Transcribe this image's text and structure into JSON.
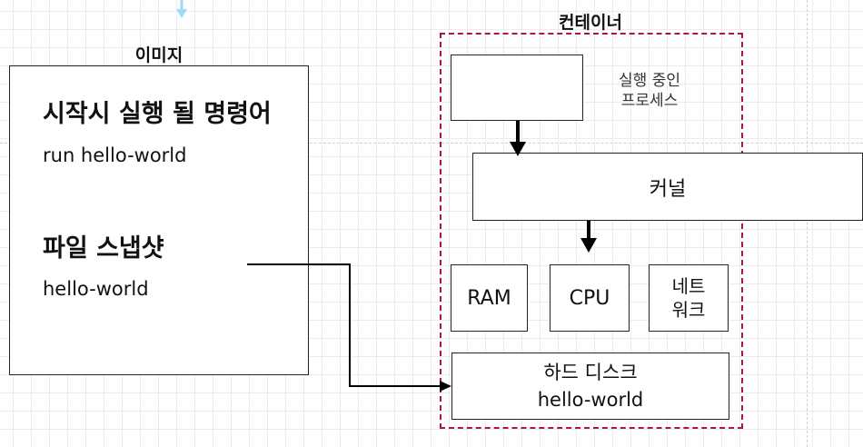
{
  "image_title": "이미지",
  "container_title": "컨테이너",
  "image_box": {
    "startup_heading": "시작시 실행 될 명령어",
    "startup_command": "run hello-world",
    "snapshot_heading": "파일 스냅샷",
    "snapshot_value": "hello-world"
  },
  "container": {
    "running_process_label_line1": "실행 중인",
    "running_process_label_line2": "프로세스",
    "kernel": "커널",
    "ram": "RAM",
    "cpu": "CPU",
    "network_line1": "네트",
    "network_line2": "워크",
    "hard_disk_line1": "하드 디스크",
    "hard_disk_line2": "hello-world"
  },
  "colors": {
    "container_border": "#a51a3a",
    "top_arrow": "#9fd8f0"
  }
}
